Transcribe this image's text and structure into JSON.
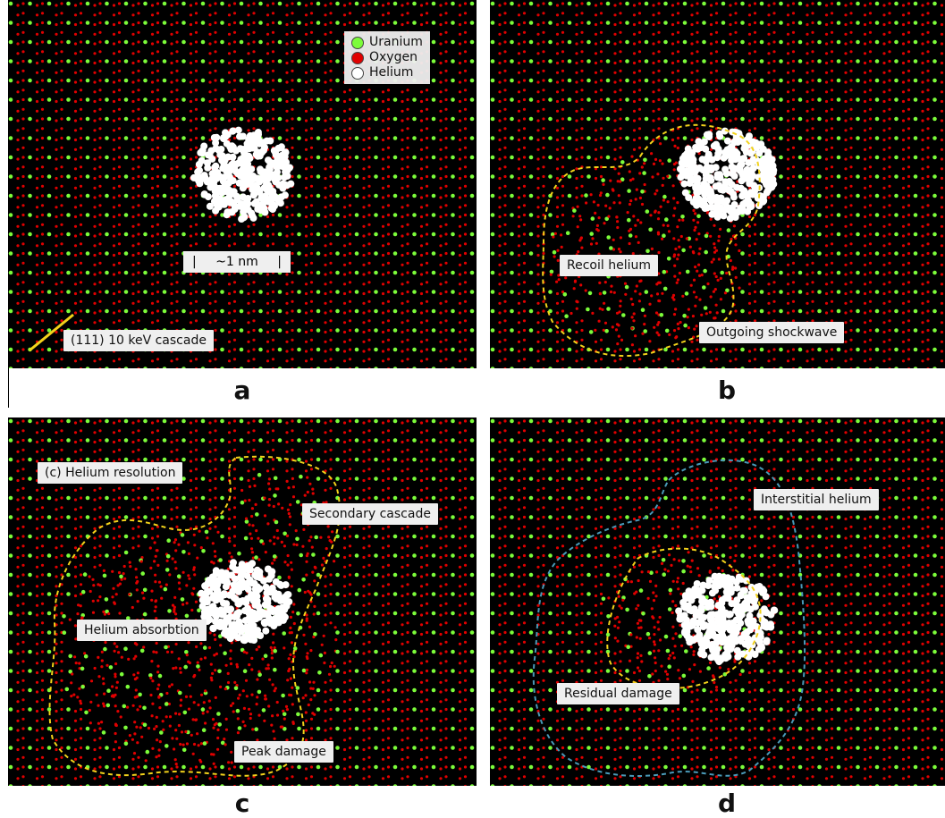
{
  "legend": {
    "items": [
      {
        "label": "Uranium",
        "color": "#7cfc3a"
      },
      {
        "label": "Oxygen",
        "color": "#e00000"
      },
      {
        "label": "Helium",
        "color": "#ffffff"
      }
    ]
  },
  "panels": {
    "a": {
      "letter": "a",
      "scale_label": "~1 nm",
      "scale_left": "|",
      "scale_right": "|",
      "cascade_label": "(111) 10 keV cascade"
    },
    "b": {
      "letter": "b",
      "recoil_label": "Recoil helium",
      "shockwave_label": "Outgoing shockwave"
    },
    "c": {
      "letter": "c",
      "resolution_label": "(c) Helium resolution",
      "secondary_label": "Secondary cascade",
      "absorption_label": "Helium absorbtion",
      "peak_label": "Peak damage"
    },
    "d": {
      "letter": "d",
      "interstitial_label": "Interstitial helium",
      "residual_label": "Residual damage"
    }
  },
  "colors": {
    "background": "#000000",
    "uranium": "#7cfc3a",
    "oxygen": "#e00000",
    "helium": "#ffffff",
    "dashed_yellow": "#f2d21b",
    "dashed_blue": "#4a9ab8"
  }
}
